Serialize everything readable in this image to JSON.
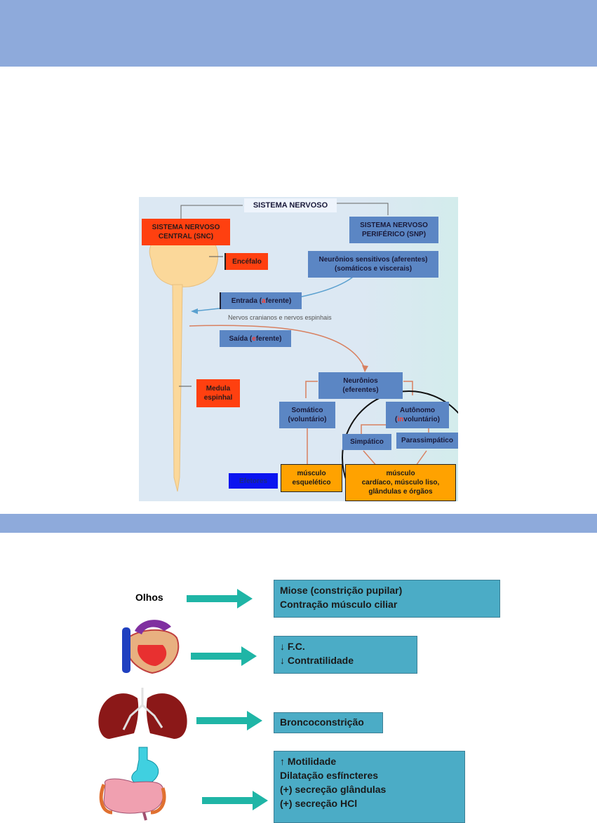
{
  "diagram": {
    "title": "SISTEMA NERVOSO",
    "snc": "SISTEMA NERVOSO CENTRAL (SNC)",
    "snp": "SISTEMA NERVOSO PERIFÉRICO (SNP)",
    "encefalo": "Encéfalo",
    "sensitivos_1": "Neurônios sensitivos (aferentes)",
    "sensitivos_2": "(somáticos e viscerais)",
    "entrada_pre": "Entrada (",
    "entrada_hl": "a",
    "entrada_post": "ferente)",
    "nervos": "Nervos cranianos e nervos espinhais",
    "saida_pre": "Saída (",
    "saida_hl": "e",
    "saida_post": "ferente)",
    "medula": "Medula espinhal",
    "neuronios_1": "Neurônios",
    "neuronios_2": "(eferentes)",
    "somatico_1": "Somático",
    "somatico_2": "(voluntário)",
    "autonomo_1": "Autônomo",
    "autonomo_2_pre": "(",
    "autonomo_2_hl": "in",
    "autonomo_2_post": "voluntário)",
    "simpatico": "Simpático",
    "parassimpatico": "Parassimpático",
    "efetores": "Efetores",
    "musculo_esq_1": "músculo",
    "musculo_esq_2": "esquelético",
    "musculo_card_1": "músculo",
    "musculo_card_2": "cardíaco, músculo liso,",
    "musculo_card_3": "glândulas e órgãos"
  },
  "effects": [
    {
      "organ": "Olhos",
      "icon": "eye-label",
      "lines": [
        "Miose (constrição pupilar)",
        "Contração músculo ciliar"
      ]
    },
    {
      "organ": "",
      "icon": "heart-icon",
      "lines": [
        "↓ F.C.",
        "↓ Contratilidade"
      ]
    },
    {
      "organ": "",
      "icon": "lungs-icon",
      "lines": [
        "Broncoconstrição"
      ]
    },
    {
      "organ": "",
      "icon": "digestive-system-icon",
      "lines": [
        "↑ Motilidade",
        "Dilatação esfíncteres",
        "(+) secreção glândulas",
        "(+) secreção HCl"
      ]
    }
  ],
  "colors": {
    "band": "#8eaadb",
    "effect_box": "#4bacc6",
    "arrow": "#1fb5a6",
    "snc": "#ff4010",
    "snp": "#5b86c4",
    "effector": "#ffa200"
  }
}
